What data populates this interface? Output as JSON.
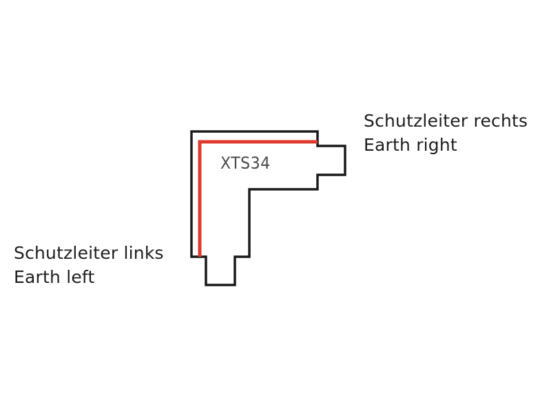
{
  "diagram": {
    "title": "XTS34",
    "colors": {
      "outline": "#1a1a1a",
      "earth_line": "#e03a2e",
      "text": "#1e1e1e",
      "model_text": "#4a4a4a",
      "background": "#ffffff"
    },
    "labels": {
      "right": {
        "line1": "Schutzleiter rechts",
        "line2": "Earth right"
      },
      "left": {
        "line1": "Schutzleiter links",
        "line2": "Earth left"
      }
    }
  }
}
